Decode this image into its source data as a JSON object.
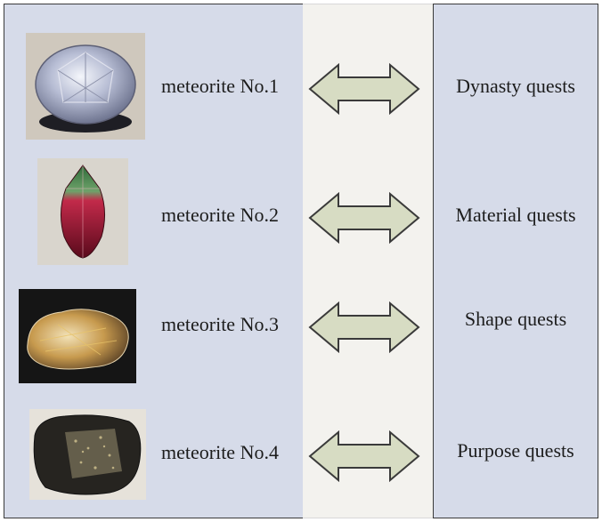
{
  "rows": [
    {
      "meteorite": "meteorite No.1",
      "quest": "Dynasty quests",
      "gem": "oval faceted blue-white gemstone"
    },
    {
      "meteorite": "meteorite No.2",
      "quest": "Material quests",
      "gem": "pink-green tourmaline drop"
    },
    {
      "meteorite": "meteorite No.3",
      "quest": "Shape quests",
      "gem": "rutilated quartz pebble"
    },
    {
      "meteorite": "meteorite No.4",
      "quest": "Purpose quests",
      "gem": "dark pyrite-flecked rock"
    }
  ],
  "colors": {
    "panel": "#d6dbe9",
    "middle": "#f3f2ee",
    "arrow_fill": "#d7dcc3",
    "arrow_stroke": "#3a3a3a"
  }
}
